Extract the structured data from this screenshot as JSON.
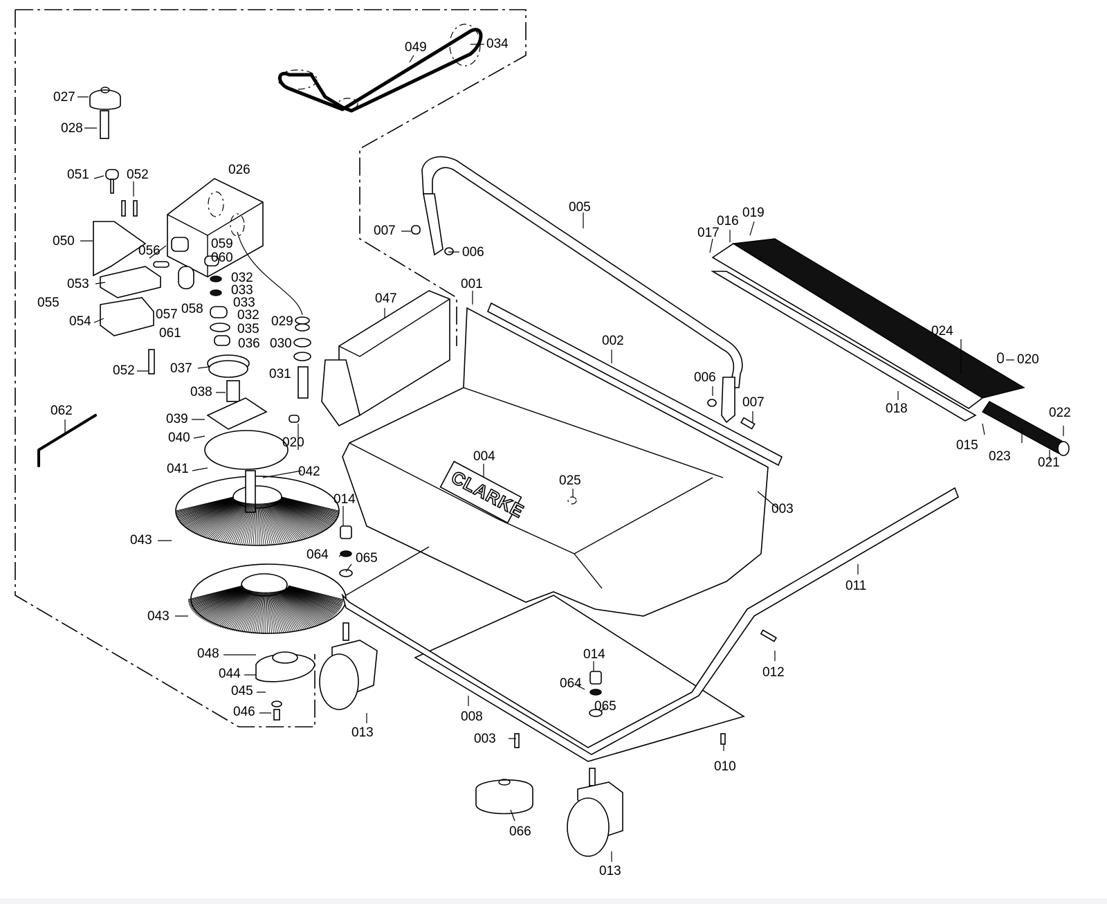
{
  "diagram": {
    "title": "Sweeper exploded parts view",
    "brand_logo": "CLARKE",
    "callouts": {
      "p001": "001",
      "p002": "002",
      "p003a": "003",
      "p003b": "003",
      "p004": "004",
      "p005": "005",
      "p006a": "006",
      "p006b": "006",
      "p007a": "007",
      "p007b": "007",
      "p008": "008",
      "p010": "010",
      "p011": "011",
      "p012": "012",
      "p013a": "013",
      "p013b": "013",
      "p014a": "014",
      "p014b": "014",
      "p015": "015",
      "p016": "016",
      "p017": "017",
      "p018": "018",
      "p019": "019",
      "p020a": "020",
      "p020b": "020",
      "p021": "021",
      "p022": "022",
      "p023": "023",
      "p024": "024",
      "p025": "025",
      "p026": "026",
      "p027": "027",
      "p028": "028",
      "p029": "029",
      "p030": "030",
      "p031": "031",
      "p032a": "032",
      "p032b": "032",
      "p033a": "033",
      "p033b": "033",
      "p034": "034",
      "p035": "035",
      "p036": "036",
      "p037": "037",
      "p038": "038",
      "p039": "039",
      "p040": "040",
      "p041": "041",
      "p042": "042",
      "p043a": "043",
      "p043b": "043",
      "p044": "044",
      "p045": "045",
      "p046": "046",
      "p047": "047",
      "p048": "048",
      "p049": "049",
      "p050": "050",
      "p051": "051",
      "p052a": "052",
      "p052b": "052",
      "p053": "053",
      "p054": "054",
      "p055": "055",
      "p056": "056",
      "p057": "057",
      "p058": "058",
      "p059": "059",
      "p060": "060",
      "p061": "061",
      "p062": "062",
      "p064a": "064",
      "p064b": "064",
      "p065a": "065",
      "p065b": "065",
      "p066": "066"
    }
  }
}
